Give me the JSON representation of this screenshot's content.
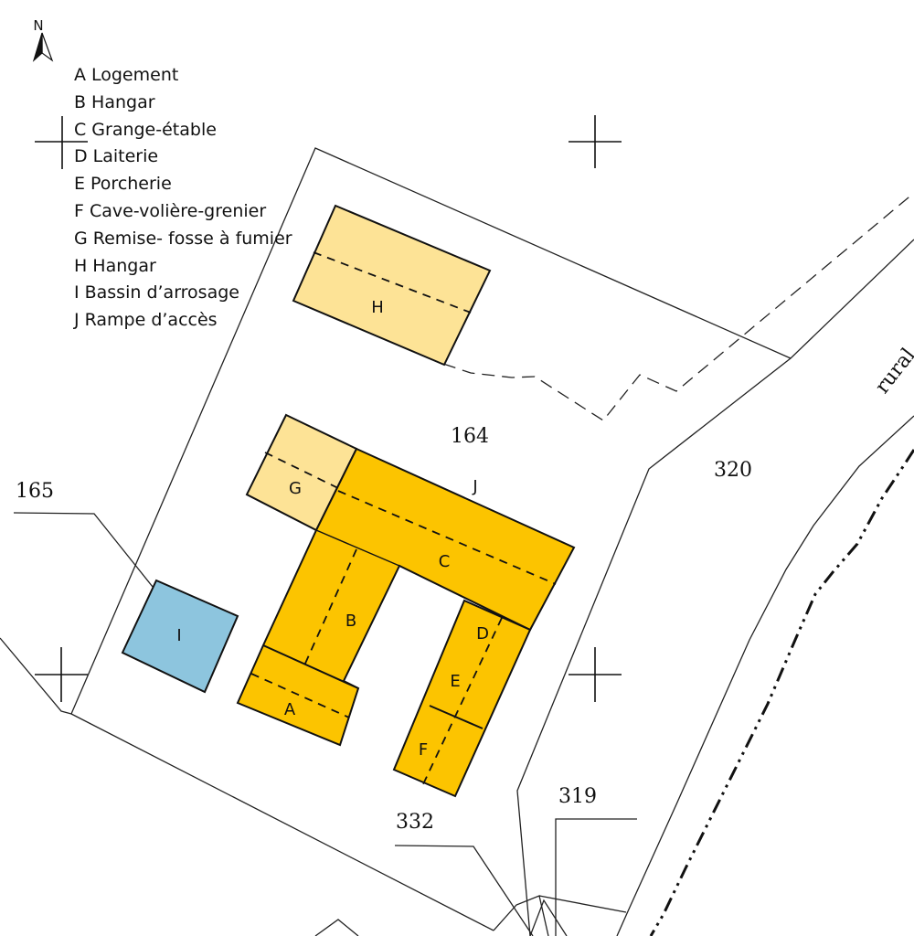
{
  "north_label": "N",
  "legend": [
    {
      "key": "A",
      "text": "Logement"
    },
    {
      "key": "B",
      "text": "Hangar"
    },
    {
      "key": "C",
      "text": "Grange-étable"
    },
    {
      "key": "D",
      "text": "Laiterie"
    },
    {
      "key": "E",
      "text": "Porcherie"
    },
    {
      "key": "F",
      "text": "Cave-volière-grenier"
    },
    {
      "key": "G",
      "text": "Remise- fosse à fumier"
    },
    {
      "key": "H",
      "text": "Hangar"
    },
    {
      "key": "I",
      "text": "Bassin d’arrosage"
    },
    {
      "key": "J",
      "text": "Rampe d’accès"
    }
  ],
  "parcels": {
    "p164": "164",
    "p165": "165",
    "p320": "320",
    "p319": "319",
    "p332": "332"
  },
  "road_label": "rural",
  "buildings": {
    "A": "A",
    "B": "B",
    "C": "C",
    "D": "D",
    "E": "E",
    "F": "F",
    "G": "G",
    "H": "H",
    "I": "I",
    "J": "J"
  },
  "colors": {
    "main_building": "#fcc400",
    "light_building": "#fde396",
    "basin": "#8dc5de",
    "lines": "#222222"
  }
}
